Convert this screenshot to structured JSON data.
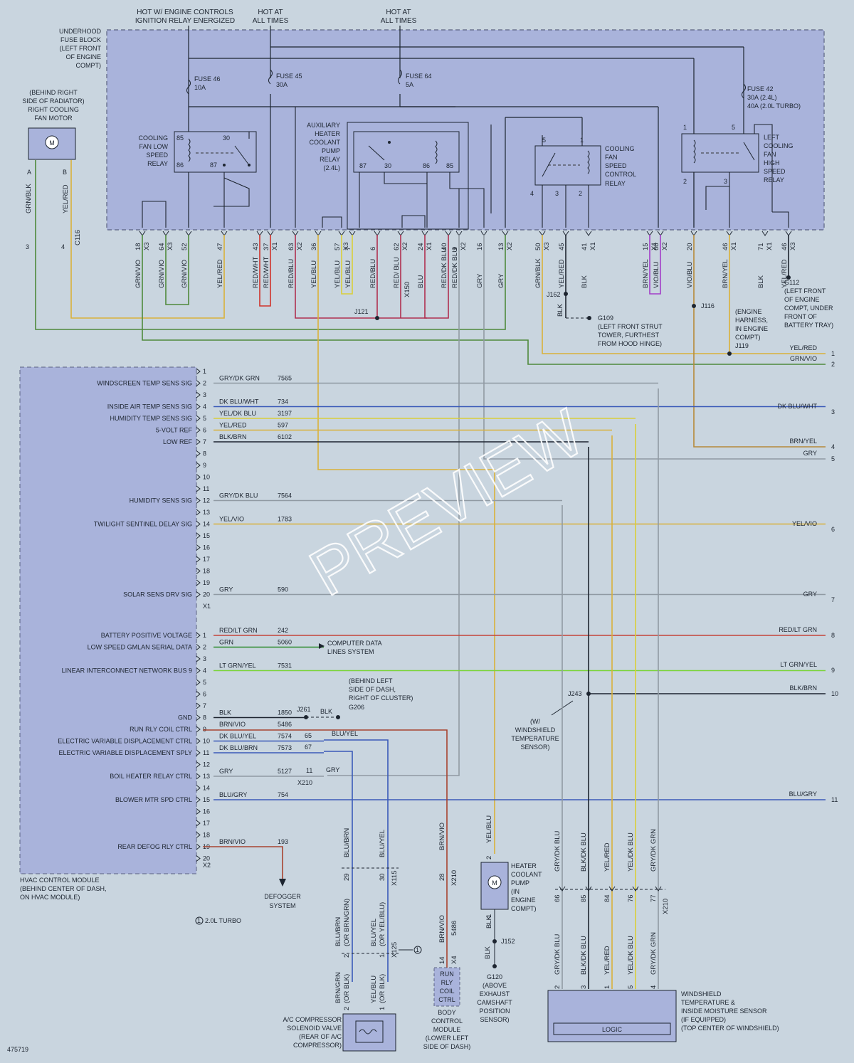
{
  "header": {
    "hot_engine_controls": [
      "HOT W/ ENGINE CONTROLS",
      "IGNITION RELAY ENERGIZED"
    ],
    "hot_at_all_times": [
      "HOT AT",
      "ALL TIMES"
    ]
  },
  "fuse_block": {
    "title": [
      "UNDERHOOD",
      "FUSE BLOCK",
      "(LEFT FRONT",
      "OF ENGINE",
      "COMPT)"
    ],
    "fuses": [
      {
        "name": "FUSE 46",
        "rating": "10A"
      },
      {
        "name": "FUSE 45",
        "rating": "30A"
      },
      {
        "name": "FUSE 64",
        "rating": "5A"
      },
      {
        "name": "FUSE 42",
        "rating_lines": [
          "30A   (2.4L)",
          "40A   (2.0L TURBO)"
        ]
      }
    ],
    "relays": [
      {
        "label": [
          "COOLING",
          "FAN LOW",
          "SPEED",
          "RELAY"
        ],
        "pins": [
          "85",
          "30",
          "86",
          "87"
        ]
      },
      {
        "label": [
          "AUXILIARY",
          "HEATER",
          "COOLANT",
          "PUMP",
          "RELAY",
          "(2.4L)"
        ],
        "pins": [
          "87",
          "30",
          "86",
          "85"
        ]
      },
      {
        "label": [
          "COOLING",
          "FAN",
          "SPEED",
          "CONTROL",
          "RELAY"
        ],
        "pins": [
          "5",
          "1",
          "4",
          "3",
          "2"
        ]
      },
      {
        "label": [
          "LEFT",
          "COOLING",
          "FAN",
          "HIGH",
          "SPEED",
          "RELAY"
        ],
        "pins": [
          "1",
          "5",
          "2",
          "3"
        ]
      }
    ],
    "connector_pins": [
      {
        "pin": "18",
        "conn": "X3",
        "wire": "GRN/VIO"
      },
      {
        "pin": "64",
        "conn": "X3",
        "wire": "GRN/VIO"
      },
      {
        "pin": "52",
        "conn": "",
        "wire": "GRN/VIO"
      },
      {
        "pin": "47",
        "conn": "",
        "wire": "YEL/RED"
      },
      {
        "pin": "43",
        "conn": "",
        "wire": "RED/WHT"
      },
      {
        "pin": "37",
        "conn": "X1",
        "wire": "RED/WHT"
      },
      {
        "pin": "63",
        "conn": "X2",
        "wire": "RED/BLU"
      },
      {
        "pin": "36",
        "conn": "",
        "wire": "YEL/BLU"
      },
      {
        "pin": "57",
        "conn": "X3",
        "wire": "YEL/BLU"
      },
      {
        "pin": "7",
        "conn": "",
        "wire": "YEL/BLU"
      },
      {
        "pin": "6",
        "conn": "",
        "wire": "RED/BLU"
      },
      {
        "pin": "62",
        "conn": "X2",
        "wire": "RED/ BLU"
      },
      {
        "pin": "24",
        "conn": "X1",
        "wire": "BLU"
      },
      {
        "pin": "40",
        "conn": "",
        "wire": "RED/DK BLU"
      },
      {
        "pin": "9",
        "conn": "X2",
        "wire": "RED/DK BLU"
      },
      {
        "pin": "16",
        "conn": "",
        "wire": "GRY"
      },
      {
        "pin": "13",
        "conn": "X2",
        "wire": "GRY"
      },
      {
        "pin": "50",
        "conn": "X3",
        "wire": "GRN/BLK"
      },
      {
        "pin": "45",
        "conn": "",
        "wire": "YEL/RED"
      },
      {
        "pin": "41",
        "conn": "X1",
        "wire": "BLK"
      },
      {
        "pin": "15",
        "conn": "X1",
        "wire": "BRN/YEL"
      },
      {
        "pin": "68",
        "conn": "X2",
        "wire": "VIO/BLU"
      },
      {
        "pin": "20",
        "conn": "",
        "wire": "VIO/BLU"
      },
      {
        "pin": "46",
        "conn": "X1",
        "wire": "BRN/YEL"
      },
      {
        "pin": "46",
        "conn": "X3",
        "wire": "YEL/RED"
      },
      {
        "pin": "71",
        "conn": "X1",
        "wire": "BLK"
      }
    ]
  },
  "motor_right": {
    "label": [
      "(BEHIND RIGHT",
      "SIDE OF RADIATOR)",
      "RIGHT COOLING",
      "FAN MOTOR"
    ],
    "pin_a": "A",
    "pin_b": "B",
    "wire_a": "GRN/BLK",
    "wire_b": "YEL/RED",
    "conn_pin_a": "3",
    "conn_pin_b": "4",
    "conn": "C116"
  },
  "splices": {
    "J121": "J121",
    "X150": "X150",
    "J162": "J162",
    "J116": "J116",
    "G109": [
      "G109",
      "(LEFT FRONT STRUT",
      "TOWER, FURTHEST",
      "FROM HOOD HINGE)"
    ],
    "J119": [
      "(ENGINE",
      "HARNESS,",
      "IN ENGINE",
      "COMPT)",
      "J119"
    ],
    "G112": [
      "G112",
      "(LEFT FRONT",
      "OF ENGINE",
      "COMPT, UNDER",
      "FRONT OF",
      "BATTERY TRAY)"
    ],
    "blk": "BLK"
  },
  "hvac_module": {
    "label": [
      "HVAC CONTROL MODULE",
      "(BEHIND CENTER OF DASH,",
      "ON HVAC MODULE)"
    ],
    "conn_x1": "X1",
    "conn_x2": "X2",
    "x1_pins": [
      {
        "pin": "1",
        "signal": "",
        "wire": "",
        "circuit": ""
      },
      {
        "pin": "2",
        "signal": "WINDSCREEN TEMP SENS SIG",
        "wire": "GRY/DK GRN",
        "circuit": "7565"
      },
      {
        "pin": "3",
        "signal": "",
        "wire": "",
        "circuit": ""
      },
      {
        "pin": "4",
        "signal": "INSIDE AIR TEMP SENS SIG",
        "wire": "DK BLU/WHT",
        "circuit": "734"
      },
      {
        "pin": "5",
        "signal": "HUMIDITY TEMP SENS SIG",
        "wire": "YEL/DK BLU",
        "circuit": "3197"
      },
      {
        "pin": "6",
        "signal": "5-VOLT REF",
        "wire": "YEL/RED",
        "circuit": "597"
      },
      {
        "pin": "7",
        "signal": "LOW REF",
        "wire": "BLK/BRN",
        "circuit": "6102"
      },
      {
        "pin": "8",
        "signal": "",
        "wire": "",
        "circuit": ""
      },
      {
        "pin": "9",
        "signal": "",
        "wire": "",
        "circuit": ""
      },
      {
        "pin": "10",
        "signal": "",
        "wire": "",
        "circuit": ""
      },
      {
        "pin": "11",
        "signal": "",
        "wire": "",
        "circuit": ""
      },
      {
        "pin": "12",
        "signal": "HUMIDITY SENS SIG",
        "wire": "GRY/DK BLU",
        "circuit": "7564"
      },
      {
        "pin": "13",
        "signal": "",
        "wire": "",
        "circuit": ""
      },
      {
        "pin": "14",
        "signal": "TWILIGHT SENTINEL DELAY SIG",
        "wire": "YEL/VIO",
        "circuit": "1783"
      },
      {
        "pin": "15",
        "signal": "",
        "wire": "",
        "circuit": ""
      },
      {
        "pin": "16",
        "signal": "",
        "wire": "",
        "circuit": ""
      },
      {
        "pin": "17",
        "signal": "",
        "wire": "",
        "circuit": ""
      },
      {
        "pin": "18",
        "signal": "",
        "wire": "",
        "circuit": ""
      },
      {
        "pin": "19",
        "signal": "",
        "wire": "",
        "circuit": ""
      },
      {
        "pin": "20",
        "signal": "SOLAR SENS DRV SIG",
        "wire": "GRY",
        "circuit": "590"
      }
    ],
    "x2_pins": [
      {
        "pin": "1",
        "signal": "BATTERY POSITIVE VOLTAGE",
        "wire": "RED/LT GRN",
        "circuit": "242"
      },
      {
        "pin": "2",
        "signal": "LOW SPEED GMLAN SERIAL DATA",
        "wire": "GRN",
        "circuit": "5060"
      },
      {
        "pin": "3",
        "signal": "",
        "wire": "",
        "circuit": ""
      },
      {
        "pin": "4",
        "signal": "LINEAR INTERCONNECT NETWORK BUS 9",
        "wire": "LT GRN/YEL",
        "circuit": "7531"
      },
      {
        "pin": "5",
        "signal": "",
        "wire": "",
        "circuit": ""
      },
      {
        "pin": "6",
        "signal": "",
        "wire": "",
        "circuit": ""
      },
      {
        "pin": "7",
        "signal": "",
        "wire": "",
        "circuit": ""
      },
      {
        "pin": "8",
        "signal": "GND",
        "wire": "BLK",
        "circuit": "1850"
      },
      {
        "pin": "9",
        "signal": "RUN RLY COIL CTRL",
        "wire": "BRN/VIO",
        "circuit": "5486"
      },
      {
        "pin": "10",
        "signal": "ELECTRIC VARIABLE DISPLACEMENT CTRL",
        "wire": "DK BLU/YEL",
        "circuit": "7574"
      },
      {
        "pin": "11",
        "signal": "ELECTRIC VARIABLE DISPLACEMENT SPLY",
        "wire": "DK BLU/BRN",
        "circuit": "7573"
      },
      {
        "pin": "12",
        "signal": "",
        "wire": "",
        "circuit": ""
      },
      {
        "pin": "13",
        "signal": "BOIL HEATER RELAY CTRL",
        "wire": "GRY",
        "circuit": "5127"
      },
      {
        "pin": "14",
        "signal": "",
        "wire": "",
        "circuit": ""
      },
      {
        "pin": "15",
        "signal": "BLOWER MTR SPD CTRL",
        "wire": "BLU/GRY",
        "circuit": "754"
      },
      {
        "pin": "16",
        "signal": "",
        "wire": "",
        "circuit": ""
      },
      {
        "pin": "17",
        "signal": "",
        "wire": "",
        "circuit": ""
      },
      {
        "pin": "18",
        "signal": "",
        "wire": "",
        "circuit": ""
      },
      {
        "pin": "19",
        "signal": "REAR DEFOG RLY CTRL",
        "wire": "BRN/VIO",
        "circuit": "193"
      },
      {
        "pin": "20",
        "signal": "",
        "wire": "",
        "circuit": ""
      }
    ]
  },
  "right_edge": [
    {
      "num": "1",
      "wire": "YEL/RED"
    },
    {
      "num": "2",
      "wire": "GRN/VIO"
    },
    {
      "num": "3",
      "wire": "DK BLU/WHT"
    },
    {
      "num": "4",
      "wire": "BRN/YEL"
    },
    {
      "num": "5",
      "wire": "GRY"
    },
    {
      "num": "6",
      "wire": "YEL/VIO"
    },
    {
      "num": "7",
      "wire": "GRY"
    },
    {
      "num": "8",
      "wire": "RED/LT GRN"
    },
    {
      "num": "9",
      "wire": "LT GRN/YEL"
    },
    {
      "num": "10",
      "wire": "BLK/BRN"
    },
    {
      "num": "11",
      "wire": "BLU/GRY"
    }
  ],
  "misc": {
    "computer_data": [
      "COMPUTER DATA",
      "LINES SYSTEM"
    ],
    "j261": "J261",
    "g206": [
      "(BEHIND LEFT",
      "SIDE OF DASH,",
      "RIGHT OF CLUSTER)",
      "G206"
    ],
    "j243": "J243",
    "windshield_note": [
      "(W/",
      "WINDSHIELD",
      "TEMPERATURE",
      "SENSOR)"
    ],
    "x210": "X210",
    "x210_pins": [
      "65",
      "67",
      "11"
    ],
    "x210_wires": [
      "BLU/YEL",
      "GRY"
    ],
    "defogger": [
      "DEFOGGER",
      "SYSTEM"
    ],
    "turbo_note": "2.0L TURBO",
    "turbo_callout": "1",
    "diagram_number": "475719",
    "watermark": "PREVIEW"
  },
  "ac_compressor": {
    "label": [
      "A/C COMPRESSOR",
      "SOLENOID VALVE",
      "(REAR OF A/C",
      "COMPRESSOR)"
    ],
    "x115": "X115",
    "x125": "X125",
    "pins_x115": [
      "29",
      "30"
    ],
    "pins_x125": [
      "2",
      "1"
    ],
    "wires_top": [
      "BLU/BRN",
      "BLU/YEL"
    ],
    "wires_mid": [
      "BLU/BRN",
      "(OR BRN/GRN)",
      "BLU/YEL",
      "(OR YEL/BLU)"
    ],
    "wires_bot": [
      "BRN/GRN",
      "(OR BLK)",
      "YEL/BLU",
      "(OR BLK)"
    ]
  },
  "bcm": {
    "label": [
      "BODY",
      "CONTROL",
      "MODULE",
      "(LOWER LEFT",
      "SIDE OF DASH)"
    ],
    "box": [
      "RUN",
      "RLY",
      "COIL",
      "CTRL"
    ],
    "wire": "BRN/VIO",
    "circuit": "5486",
    "x210_pin": "28",
    "x4_pin": "14",
    "x4": "X4"
  },
  "heater_pump": {
    "label": [
      "HEATER",
      "COOLANT",
      "PUMP",
      "(IN",
      "ENGINE",
      "COMPT)"
    ],
    "wire_top": "YEL/BLU",
    "wire_bot": "BLK",
    "pin_top": "2",
    "pin_bot": "1",
    "j152": "J152",
    "g120": [
      "G120",
      "(ABOVE",
      "EXHAUST",
      "CAMSHAFT",
      "POSITION",
      "SENSOR)"
    ]
  },
  "windshield_sensor": {
    "label": [
      "WINDSHIELD",
      "TEMPERATURE &",
      "INSIDE MOISTURE SENSOR",
      "(IF EQUIPPED)",
      "(TOP CENTER OF WINDSHIELD)"
    ],
    "logic": "LOGIC",
    "wires": [
      "GRY/DK BLU",
      "BLK/DK BLU",
      "YEL/RED",
      "YEL/DK BLU",
      "GRY/DK GRN"
    ],
    "x210_pins": [
      "66",
      "85",
      "84",
      "76",
      "77"
    ],
    "sensor_pins": [
      "2",
      "3",
      "1",
      "5",
      "4"
    ]
  }
}
